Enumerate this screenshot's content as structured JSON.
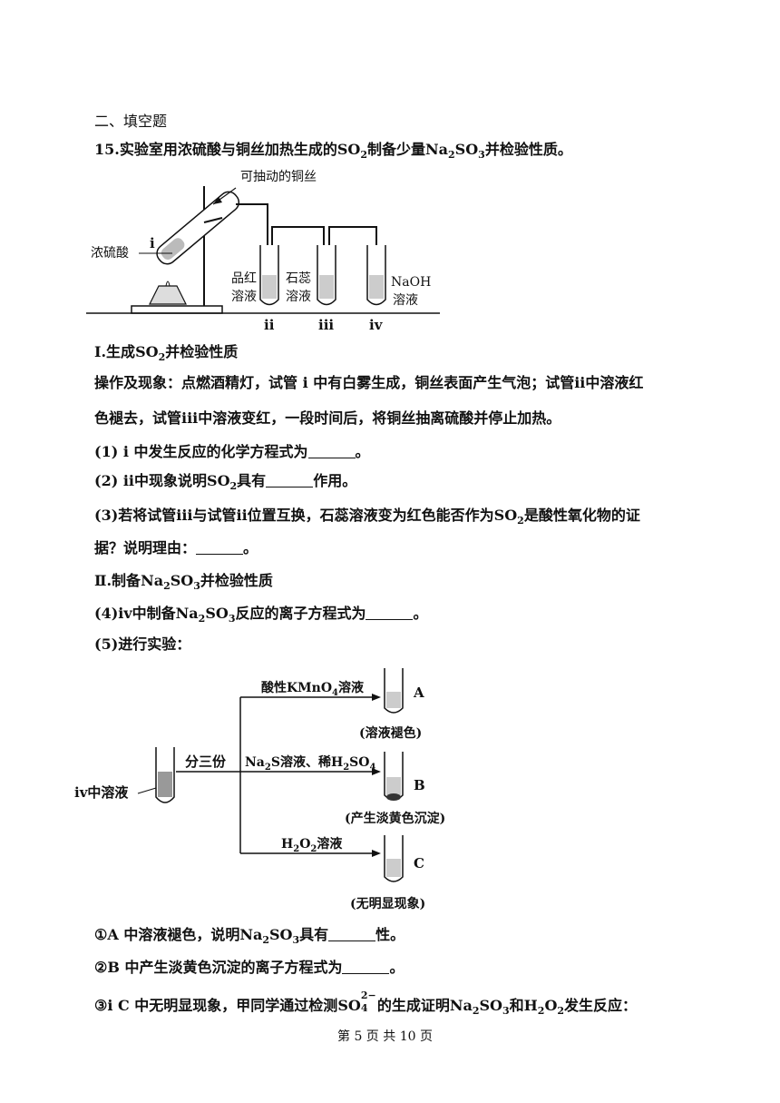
{
  "section_title": "二、填空题",
  "q15": {
    "prefix": "15.实验室用浓硫酸与铜丝加热生成的",
    "mid": "制备少量",
    "suffix": "并检验性质。"
  },
  "apparatus": {
    "copper_wire_label": "可抽动的铜丝",
    "tube_i": "i",
    "acid_label": "浓硫酸",
    "pinhong_1": "品红",
    "pinhong_2": "溶液",
    "shirui_1": "石蕊",
    "shirui_2": "溶液",
    "naoh_1": "NaOH",
    "naoh_2": "溶液",
    "ii": "ii",
    "iii": "iii",
    "iv": "iv"
  },
  "part1": {
    "title_a": "Ⅰ.生成",
    "title_b": "并检验性质",
    "op_line1": "操作及现象：点燃酒精灯，试管 i 中有白雾生成，铜丝表面产生气泡；试管ii中溶液红",
    "op_line2": "色褪去，试管iii中溶液变红，一段时间后，将铜丝抽离硫酸并停止加热。",
    "q1_a": "(1) i 中发生反应的化学方程式为",
    "q1_b": "。",
    "q2_a": "(2) ii中现象说明",
    "q2_b": "具有",
    "q2_c": "作用。",
    "q3_a": "(3)若将试管iii与试管ii位置互换，石蕊溶液变为红色能否作为",
    "q3_b": "是酸性氧化物的证",
    "q3_c": "据？说明理由：",
    "q3_d": "。"
  },
  "part2": {
    "title_a": "Ⅱ.制备",
    "title_b": "并检验性质",
    "q4_a": "(4)iv中制备",
    "q4_b": "反应的离子方程式为",
    "q4_c": "。",
    "q5": "(5)进行实验："
  },
  "flow": {
    "source": "iv中溶液",
    "split": "分三份",
    "reagent_a": "酸性KMnO",
    "reagent_a2": "溶液",
    "label_a": "A",
    "result_a": "(溶液褪色)",
    "reagent_b": "Na",
    "reagent_b2": "S溶液、稀H",
    "reagent_b3": "SO",
    "label_b": "B",
    "result_b": "(产生淡黄色沉淀)",
    "reagent_c": "H",
    "reagent_c2": "O",
    "reagent_c3": "溶液",
    "label_c": "C",
    "result_c": "(无明显现象)"
  },
  "sub_q": {
    "s1_a": "①A 中溶液褪色，说明",
    "s1_b": "具有",
    "s1_c": "性。",
    "s2_a": "②B 中产生淡黄色沉淀的离子方程式为",
    "s2_b": "。",
    "s3_a": "③i C 中无明显现象，甲同学通过检测",
    "s3_b": "的生成证明",
    "s3_c": "和",
    "s3_d": "发生反应："
  },
  "chem": {
    "so2": "SO",
    "na2so3_na": "Na",
    "na2so3_so": "SO",
    "h2o2_h": "H",
    "h2o2_o": "O",
    "so4": "SO",
    "n2": "2",
    "n3": "3",
    "n4": "4",
    "charge": "2−"
  },
  "footer": "第 5 页 共 10 页"
}
